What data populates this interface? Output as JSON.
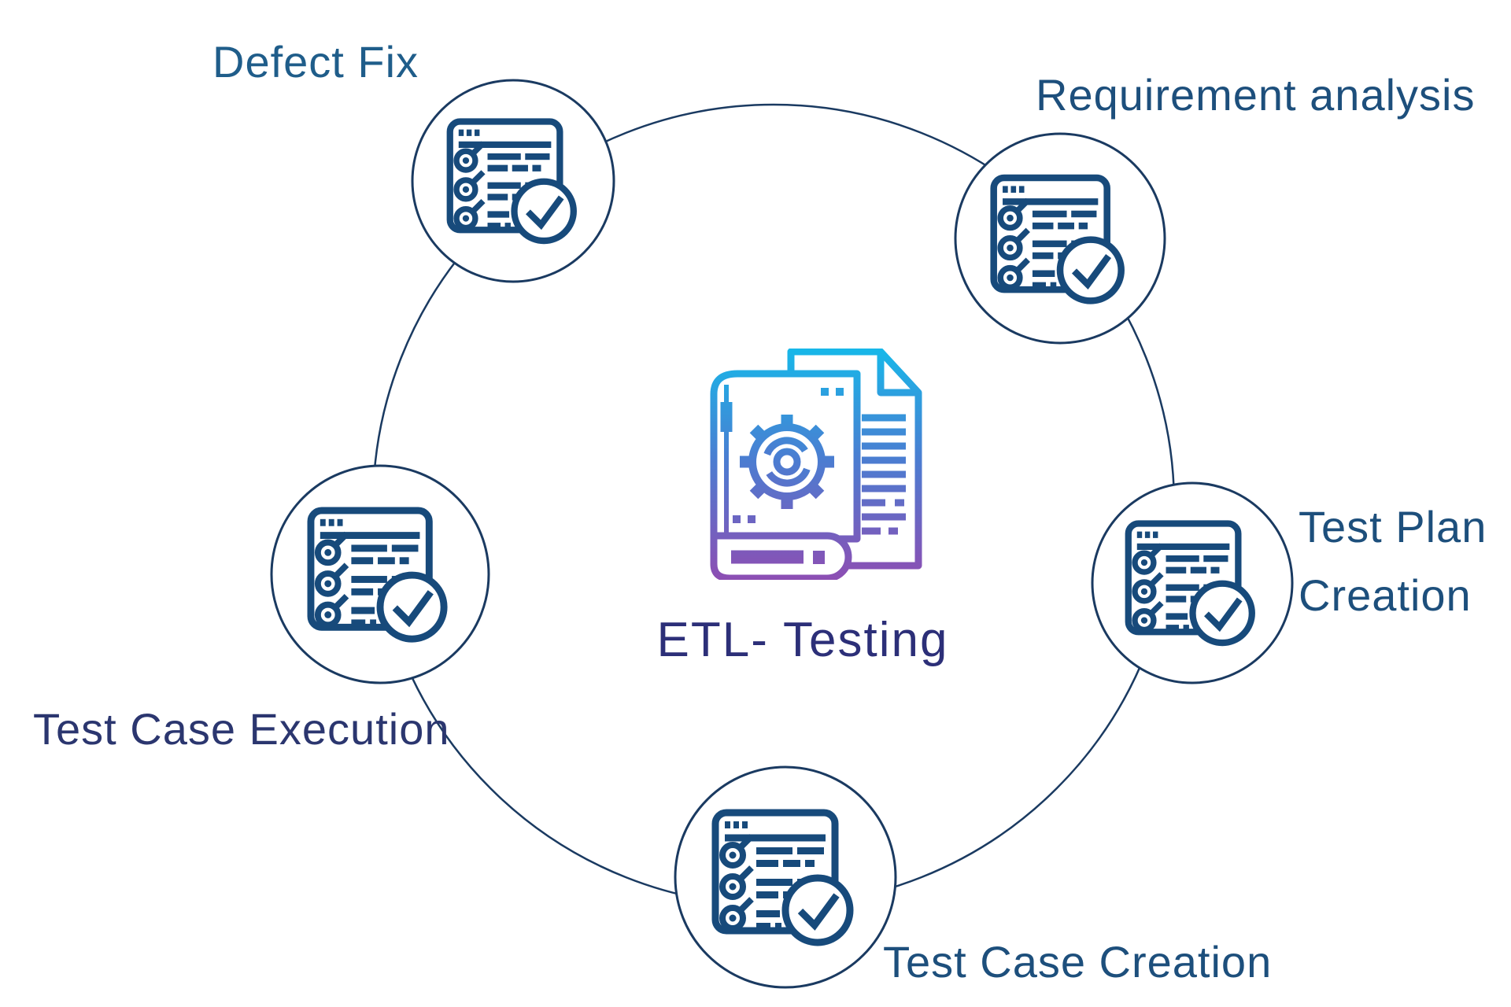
{
  "diagram": {
    "title": {
      "text": "ETL- Testing",
      "color": "#2c2f78"
    },
    "center_icon": "book-gear-document-icon",
    "node_icon": "checklist-checkmark-icon",
    "nodes": [
      {
        "id": "requirement-analysis",
        "label": "Requirement analysis",
        "label_color": "#1d4f7c",
        "position": "top-right"
      },
      {
        "id": "test-plan-creation",
        "label": "Test Plan Creation",
        "label_color": "#1d4f7c",
        "position": "right"
      },
      {
        "id": "test-case-creation",
        "label": "Test Case Creation",
        "label_color": "#1d4f7c",
        "position": "bottom"
      },
      {
        "id": "test-case-execution",
        "label": "Test Case Execution",
        "label_color": "#2b366f",
        "position": "left"
      },
      {
        "id": "defect-fix",
        "label": "Defect Fix",
        "label_color": "#1f5d8a",
        "position": "top-left"
      }
    ],
    "colors": {
      "background": "#ffffff",
      "cycle_circle_stroke": "#1a3a61",
      "node_circle_stroke": "#1a3a61",
      "node_icon_stroke": "#174a7b",
      "center_gradient_top": "#17b8e9",
      "center_gradient_mid": "#4b7dd1",
      "center_gradient_bottom": "#8d4eb3"
    }
  }
}
